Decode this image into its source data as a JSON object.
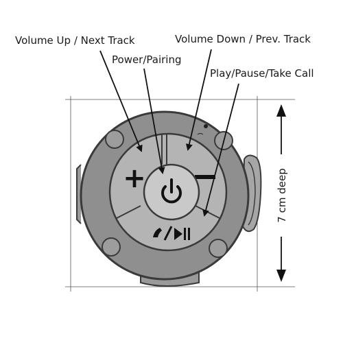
{
  "callouts": {
    "volume_up": "Volume Up / Next Track",
    "volume_down": "Volume Down / Prev. Track",
    "power": "Power/Pairing",
    "play_pause": "Play/Pause/Take Call"
  },
  "dimension": {
    "depth": "7 cm deep"
  },
  "buttons": {
    "plus": "+",
    "minus": "—",
    "power_icon": "power-icon",
    "play_call_icon": "phone-play-pause-icon"
  },
  "colors": {
    "body_fill": "#8f8f8f",
    "ring_fill": "#b4b4b4",
    "button_fill": "#c9c9c9",
    "outline": "#3a3a3a",
    "text": "#1a1a1a"
  }
}
